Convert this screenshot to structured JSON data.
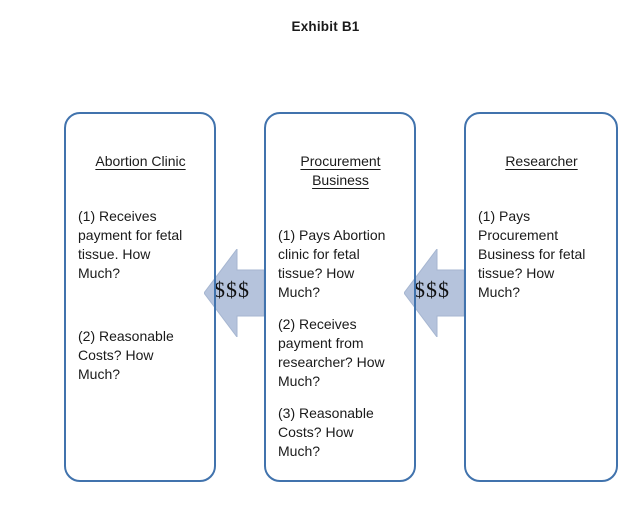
{
  "title": "Exhibit B1",
  "colors": {
    "box_border": "#4173ad",
    "arrow_fill": "#b5c3dc",
    "arrow_stroke": "#a6b6d1",
    "text": "#1a1a1a",
    "bg": "#ffffff"
  },
  "boxes": [
    {
      "title": "Abortion Clinic",
      "paragraphs": [
        "(1) Receives\npayment for fetal\ntissue. How\nMuch?",
        "(2) Reasonable\nCosts? How\nMuch?"
      ]
    },
    {
      "title": "Procurement\nBusiness",
      "paragraphs": [
        "(1) Pays Abortion\nclinic for fetal\ntissue? How\nMuch?",
        "(2) Receives\npayment from\nresearcher? How\nMuch?",
        "(3) Reasonable\nCosts? How\nMuch?"
      ]
    },
    {
      "title": "Researcher",
      "paragraphs": [
        " (1) Pays\nProcurement\nBusiness for fetal\ntissue? How\nMuch?"
      ]
    }
  ],
  "arrows": [
    {
      "label": "$$$",
      "direction": "left",
      "from": "Procurement Business",
      "to": "Abortion Clinic"
    },
    {
      "label": "$$$",
      "direction": "left",
      "from": "Researcher",
      "to": "Procurement Business"
    }
  ]
}
